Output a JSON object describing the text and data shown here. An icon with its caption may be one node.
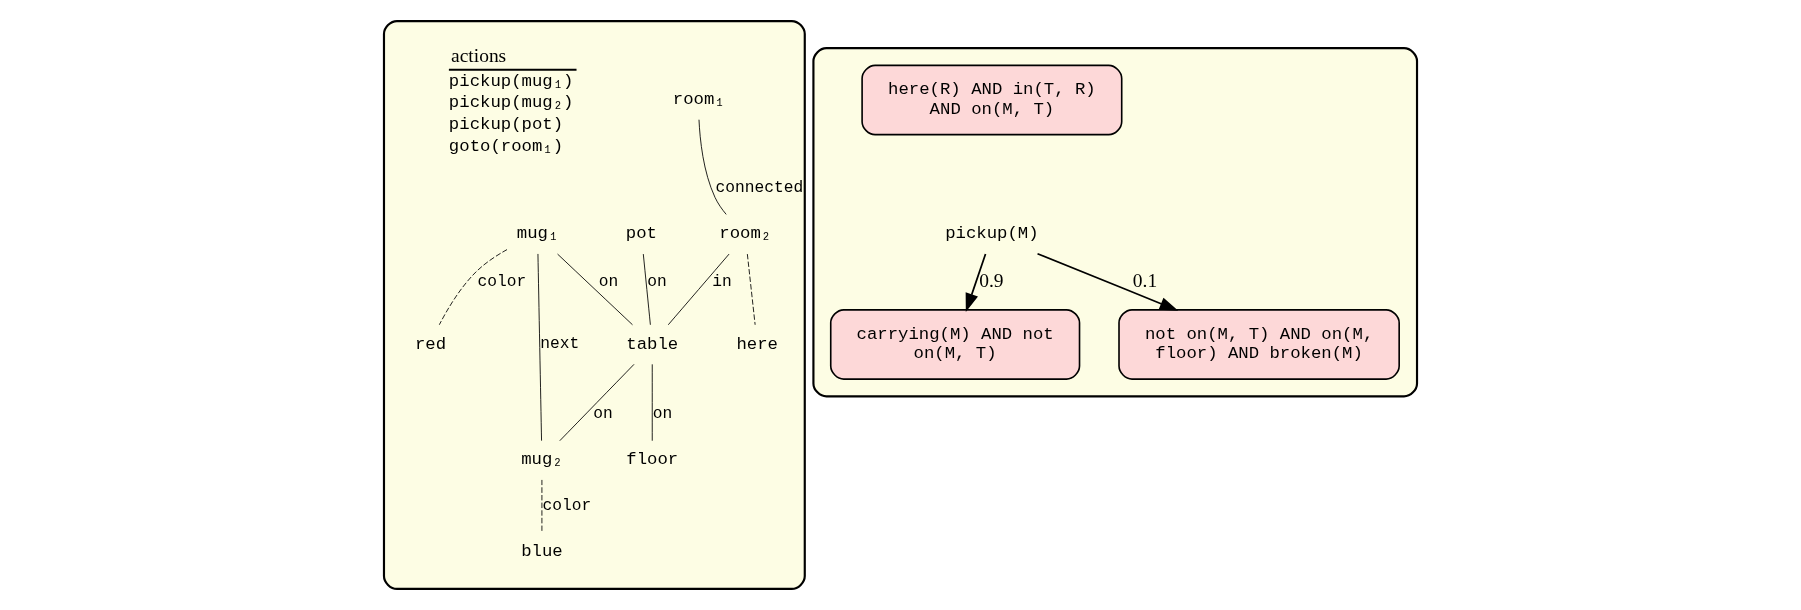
{
  "diagram": {
    "nodes": [
      {
        "text": [],
        "shape": "box"
      },
      {
        "text": [
          "room₁"
        ],
        "in": 0
      },
      {
        "text": [
          "room₂"
        ],
        "in": 0
      },
      {
        "text": [
          "here"
        ],
        "in": 0
      },
      {
        "text": [
          "pot"
        ],
        "in": 0
      },
      {
        "text": [
          "mug₁"
        ],
        "in": 0
      },
      {
        "text": [
          "red"
        ],
        "in": 0
      },
      {
        "text": [
          "table"
        ],
        "in": 0
      },
      {
        "text": [
          "floor"
        ],
        "in": 0
      },
      {
        "text": [
          "mug₂"
        ],
        "in": 0
      },
      {
        "text": [
          "blue"
        ],
        "in": 0
      },
      {
        "text": [
          "actions",
          "pickup(mug₁)",
          "pickup(mug₂)",
          "pickup(pot)",
          "goto(room₁)"
        ],
        "in": 0
      },
      {
        "text": [],
        "shape": "box"
      },
      {
        "text": [
          "here(R) AND in(T, R) AND on(M, T)"
        ],
        "in": 12
      },
      {
        "text": [
          "pickup(M)"
        ],
        "in": 12
      },
      {
        "text": [
          "carrying(M) AND not on(M, T)"
        ],
        "in": 12
      },
      {
        "text": [
          "not on(M, T) AND on(M, floor) AND broken(M)"
        ],
        "in": 12
      }
    ],
    "edges": [
      {
        "from": 1,
        "to": 2,
        "arrow": "none",
        "label": "connected"
      },
      {
        "from": 2,
        "to": 3,
        "arrow": "none",
        "style": "dashed"
      },
      {
        "from": 2,
        "to": 7,
        "arrow": "none",
        "label": "in"
      },
      {
        "from": 4,
        "to": 7,
        "arrow": "none",
        "label": "on"
      },
      {
        "from": 5,
        "to": 7,
        "arrow": "none",
        "label": "on"
      },
      {
        "from": 5,
        "to": 6,
        "arrow": "none",
        "style": "dashed",
        "label": "color"
      },
      {
        "from": 5,
        "to": 9,
        "arrow": "none",
        "label": "next"
      },
      {
        "from": 7,
        "to": 9,
        "arrow": "none",
        "label": "on"
      },
      {
        "from": 7,
        "to": 8,
        "arrow": "none",
        "label": "on"
      },
      {
        "from": 9,
        "to": 10,
        "arrow": "none",
        "style": "dashed",
        "label": "color"
      },
      {
        "from": 14,
        "to": 15,
        "arrow": "to",
        "label": "0.9"
      },
      {
        "from": 14,
        "to": 16,
        "arrow": "to",
        "label": "0.1"
      }
    ]
  }
}
